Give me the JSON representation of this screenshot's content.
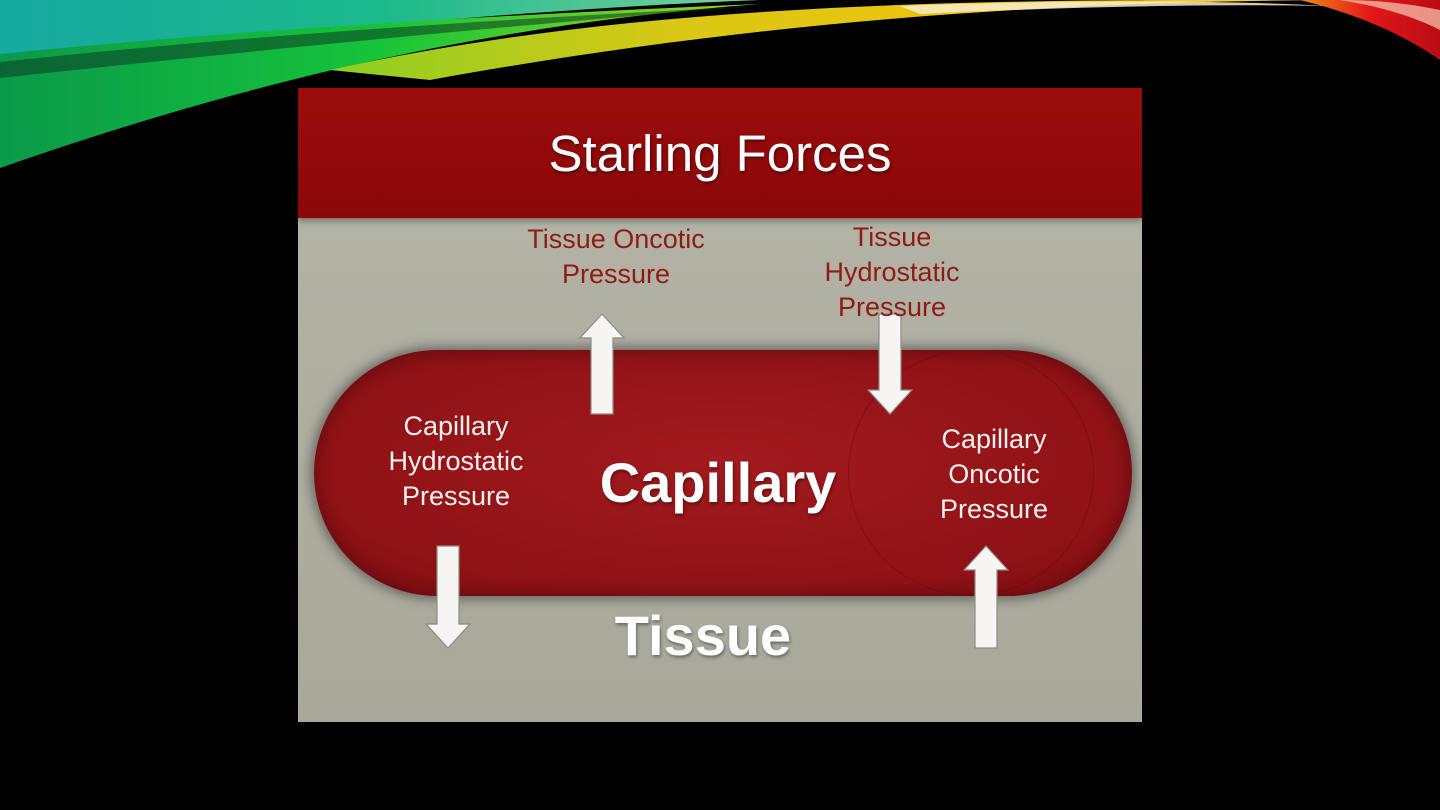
{
  "decor": {
    "swoosh_colors": [
      "#19b68c",
      "#12c63c",
      "#7fd414",
      "#f2c20a",
      "#e3161b"
    ]
  },
  "diagram": {
    "title": "Starling Forces",
    "region_capillary": "Capillary",
    "region_tissue": "Tissue",
    "labels": {
      "tissue_oncotic": [
        "Tissue Oncotic",
        "Pressure"
      ],
      "tissue_hydrostatic": [
        "Tissue",
        "Hydrostatic",
        "Pressure"
      ],
      "capillary_hydrostatic": [
        "Capillary",
        "Hydrostatic",
        "Pressure"
      ],
      "capillary_oncotic": [
        "Capillary",
        "Oncotic",
        "Pressure"
      ]
    },
    "arrow_directions": {
      "tissue_oncotic": "up",
      "tissue_hydrostatic": "down",
      "capillary_hydrostatic": "down",
      "capillary_oncotic": "up"
    },
    "colors": {
      "title_band": "#930a0a",
      "capillary": "#951418",
      "tissue": "#b2b1a5",
      "label_red": "#8e1c12",
      "arrow": "#f7f5f2"
    }
  }
}
